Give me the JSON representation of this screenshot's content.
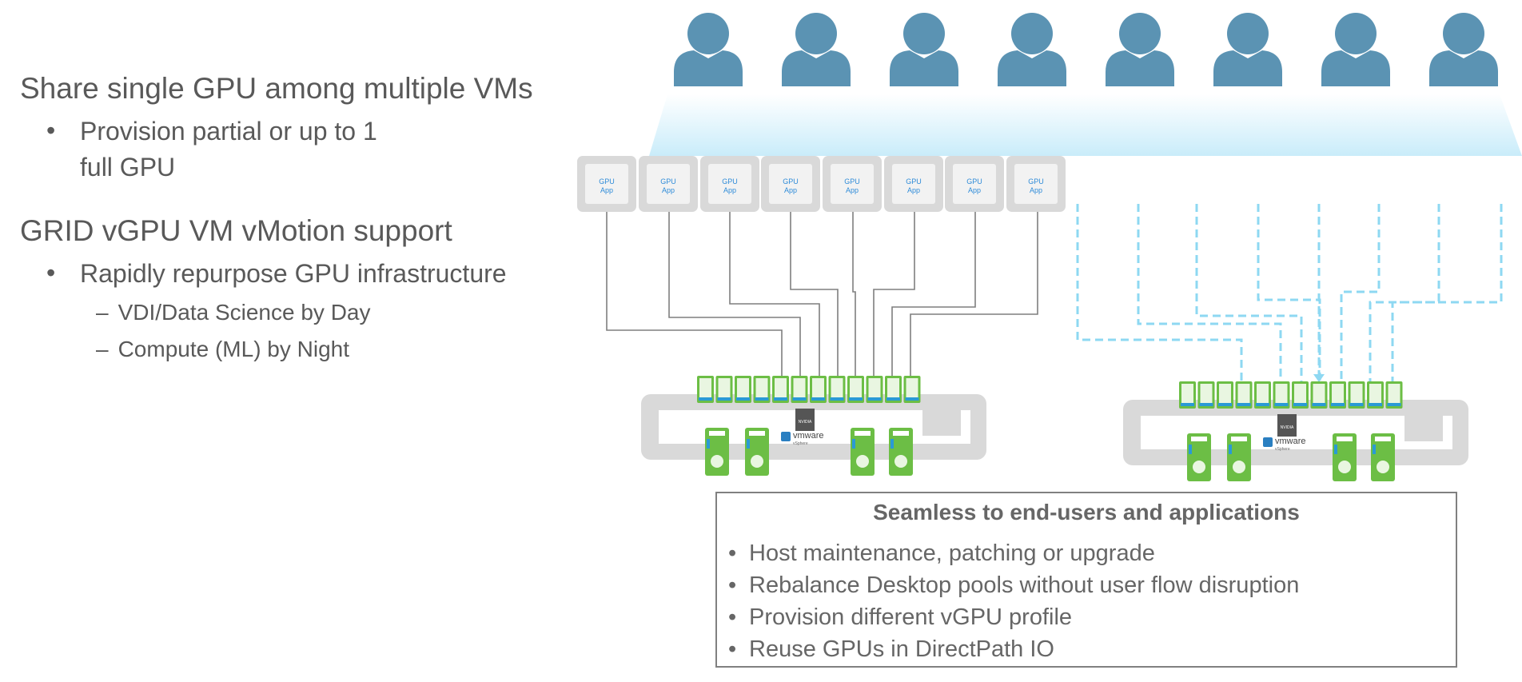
{
  "left": {
    "heading1": "Share single GPU among multiple VMs",
    "bullet1_line1": "Provision partial or up to 1",
    "bullet1_line2": "full GPU",
    "heading2": "GRID vGPU VM vMotion support",
    "bullet2": "Rapidly repurpose GPU infrastructure",
    "sub1": "VDI/Data Science by Day",
    "sub2": "Compute (ML) by Night",
    "bullet_glyph": "•",
    "dash_glyph": "–"
  },
  "apps": [
    {
      "line1": "GPU",
      "line2": "App"
    },
    {
      "line1": "GPU",
      "line2": "App"
    },
    {
      "line1": "GPU",
      "line2": "App"
    },
    {
      "line1": "GPU",
      "line2": "App"
    },
    {
      "line1": "GPU",
      "line2": "App"
    },
    {
      "line1": "GPU",
      "line2": "App"
    },
    {
      "line1": "GPU",
      "line2": "App"
    },
    {
      "line1": "GPU",
      "line2": "App"
    }
  ],
  "logos": {
    "nvidia": "NVIDIA",
    "vmware": "vmware",
    "vsphere": "vSphere"
  },
  "callout": {
    "title": "Seamless to end-users and applications",
    "items": [
      "Host maintenance, patching or upgrade",
      "Rebalance Desktop pools without user flow disruption",
      "Provision different vGPU profile",
      "Reuse GPUs in DirectPath IO"
    ]
  },
  "colors": {
    "user": "#5b93b3",
    "gpu_green": "#6cbe45",
    "dashed_line": "#8ed8f2",
    "solid_line": "#7f7f7f",
    "host_gray": "#d9d9d9"
  }
}
